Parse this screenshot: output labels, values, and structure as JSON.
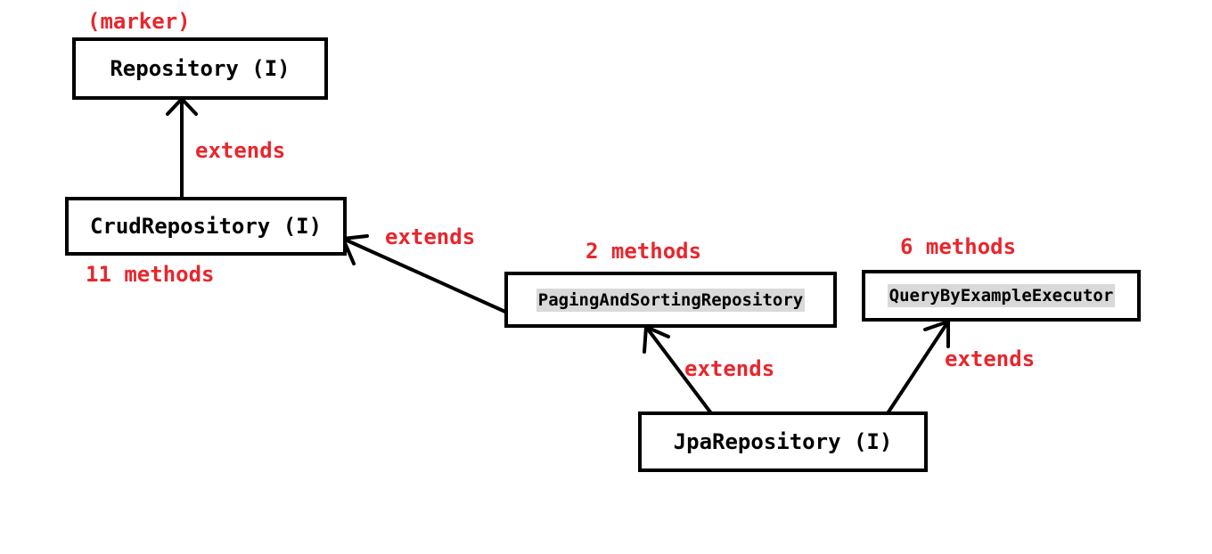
{
  "nodes": {
    "repository": {
      "label": "Repository (I)",
      "note": "(marker)"
    },
    "crud": {
      "label": "CrudRepository (I)",
      "note": "11 methods"
    },
    "paging": {
      "label": "PagingAndSortingRepository",
      "note": "2 methods"
    },
    "qbe": {
      "label": "QueryByExampleExecutor",
      "note": "6 methods"
    },
    "jpa": {
      "label": "JpaRepository (I)"
    }
  },
  "edges": [
    {
      "from": "crud",
      "to": "repository",
      "label": "extends"
    },
    {
      "from": "paging",
      "to": "crud",
      "label": "extends"
    },
    {
      "from": "jpa",
      "to": "paging",
      "label": "extends"
    },
    {
      "from": "jpa",
      "to": "qbe",
      "label": "extends"
    }
  ],
  "colors": {
    "annotation": "#e8262d",
    "box_border": "#000000",
    "label_highlight": "#d9d9d9"
  }
}
